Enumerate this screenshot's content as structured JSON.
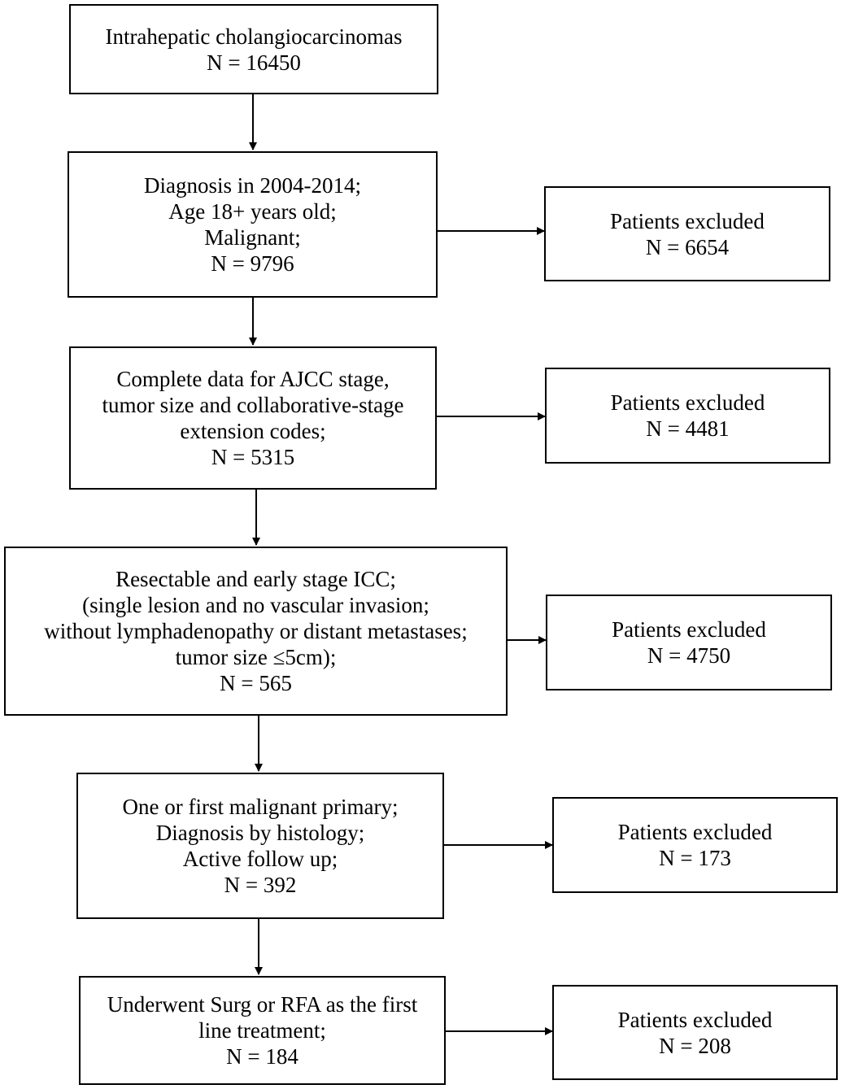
{
  "flow": [
    {
      "id": "step1",
      "lines": [
        "Intrahepatic cholangiocarcinomas",
        "N = 16450"
      ]
    },
    {
      "id": "step2",
      "lines": [
        "Diagnosis in 2004-2014;",
        "Age 18+ years old;",
        "Malignant;",
        "N = 9796"
      ],
      "excluded": [
        "Patients excluded",
        "N = 6654"
      ]
    },
    {
      "id": "step3",
      "lines": [
        "Complete data for AJCC stage,",
        "tumor size and collaborative-stage",
        "extension codes;",
        "N = 5315"
      ],
      "excluded": [
        "Patients excluded",
        "N = 4481"
      ]
    },
    {
      "id": "step4",
      "lines": [
        "Resectable and early stage ICC;",
        "(single lesion and no vascular invasion;",
        "without lymphadenopathy or distant metastases;",
        "tumor size ≤5cm);",
        "N = 565"
      ],
      "excluded": [
        "Patients excluded",
        "N = 4750"
      ]
    },
    {
      "id": "step5",
      "lines": [
        "One or first malignant primary;",
        "Diagnosis by histology;",
        "Active follow up;",
        "N = 392"
      ],
      "excluded": [
        "Patients excluded",
        "N = 173"
      ]
    },
    {
      "id": "step6",
      "lines": [
        "Underwent Surg or RFA as the first",
        "line treatment;",
        "N = 184"
      ],
      "excluded": [
        "Patients excluded",
        "N = 208"
      ]
    }
  ]
}
